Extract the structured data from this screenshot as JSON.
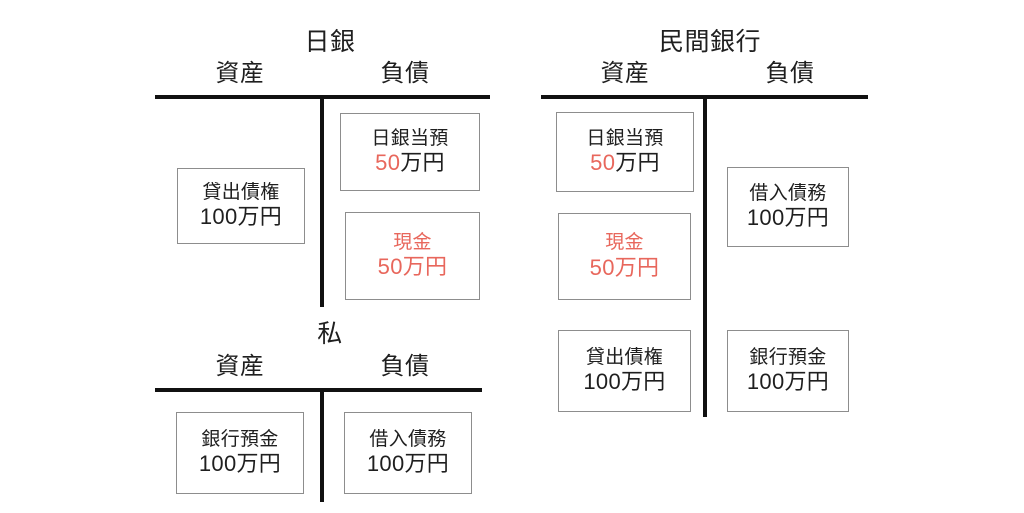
{
  "diagram": {
    "type": "balance-sheet-t-accounts",
    "colors": {
      "highlight_red": "#e8675c",
      "text": "#1f1f1f",
      "box_border": "#8d8d8d",
      "rule": "#111111",
      "background": "#ffffff"
    }
  },
  "panels": [
    {
      "id": "boj",
      "title": "日銀",
      "columns": {
        "assets": "資産",
        "liabilities": "負債"
      },
      "assets": [
        {
          "label": "貸出債権",
          "label_color": "black",
          "amount_prefix": "100",
          "amount_suffix": "万円",
          "amount_color": "black"
        }
      ],
      "liabilities": [
        {
          "label": "日銀当預",
          "label_color": "black",
          "amount_prefix": "50",
          "amount_suffix": "万円",
          "amount_color": "split-red-number"
        },
        {
          "label": "現金",
          "label_color": "red",
          "amount_prefix": "50",
          "amount_suffix": "万円",
          "amount_color": "red"
        }
      ]
    },
    {
      "id": "private-bank",
      "title": "民間銀行",
      "columns": {
        "assets": "資産",
        "liabilities": "負債"
      },
      "assets": [
        {
          "label": "日銀当預",
          "label_color": "black",
          "amount_prefix": "50",
          "amount_suffix": "万円",
          "amount_color": "split-red-number"
        },
        {
          "label": "現金",
          "label_color": "red",
          "amount_prefix": "50",
          "amount_suffix": "万円",
          "amount_color": "red"
        },
        {
          "label": "貸出債権",
          "label_color": "black",
          "amount_prefix": "100",
          "amount_suffix": "万円",
          "amount_color": "black"
        }
      ],
      "liabilities": [
        {
          "label": "借入債務",
          "label_color": "black",
          "amount_prefix": "100",
          "amount_suffix": "万円",
          "amount_color": "black"
        },
        {
          "label": "銀行預金",
          "label_color": "black",
          "amount_prefix": "100",
          "amount_suffix": "万円",
          "amount_color": "black"
        }
      ]
    },
    {
      "id": "me",
      "title": "私",
      "columns": {
        "assets": "資産",
        "liabilities": "負債"
      },
      "assets": [
        {
          "label": "銀行預金",
          "label_color": "black",
          "amount_prefix": "100",
          "amount_suffix": "万円",
          "amount_color": "black"
        }
      ],
      "liabilities": [
        {
          "label": "借入債務",
          "label_color": "black",
          "amount_prefix": "100",
          "amount_suffix": "万円",
          "amount_color": "black"
        }
      ]
    }
  ]
}
